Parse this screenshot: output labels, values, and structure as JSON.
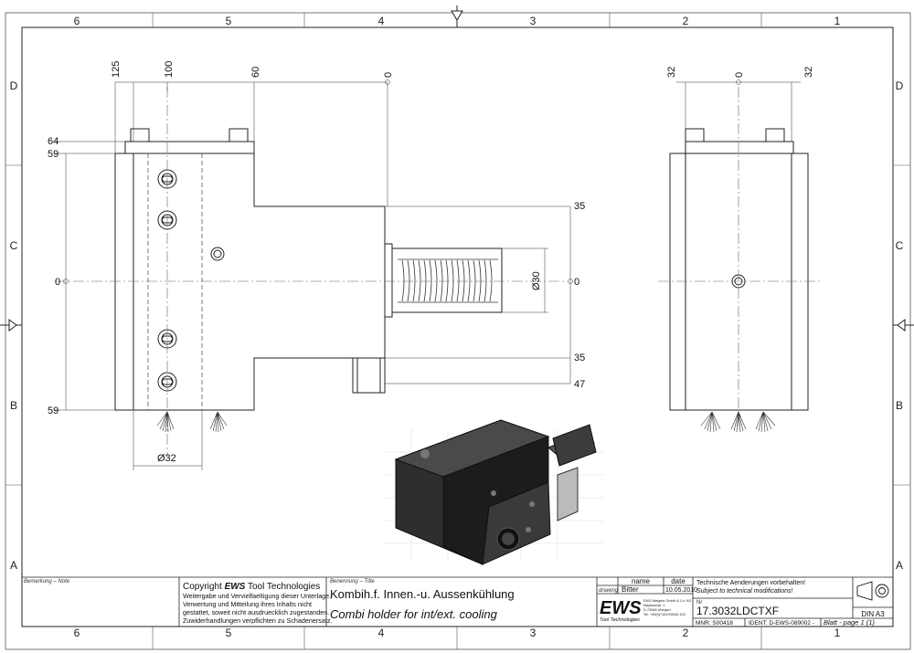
{
  "border": {
    "columns": [
      "6",
      "5",
      "4",
      "3",
      "2",
      "1"
    ],
    "rows": [
      "D",
      "C",
      "B",
      "A"
    ]
  },
  "dimensions": {
    "front_top": [
      "125",
      "100",
      "60",
      "0"
    ],
    "front_left": [
      "64",
      "59",
      "0",
      "59"
    ],
    "front_right": [
      "35",
      "0",
      "35",
      "47"
    ],
    "diameter_bore": "Ø30",
    "diameter_bottom": "Ø32",
    "side_top": [
      "32",
      "0",
      "32"
    ]
  },
  "title_block": {
    "remark_label": "Bemerkung – Note",
    "copyright_prefix": "Copyright ",
    "copyright_brand": "EWS",
    "copyright_suffix": " Tool Technologies",
    "copyright_text": [
      "Weitergabe und Vervielfaeltigung dieser Unterlage,",
      "Verwertung und Mitteilung ihres Inhalts nicht",
      "gestattet, soweit nicht ausdruecklich zugestanden.",
      "Zuwiderhandlungen verpflichten zu Schadenersatz."
    ],
    "title_label": "Benennung – Title",
    "title_de": "Kombih.f. Innen.-u. Aussenkühlung",
    "title_en": "Combi holder for int/ext. cooling",
    "col_name": "name",
    "col_date": "date",
    "row_label": "drawing",
    "drawn_by": "Bitter",
    "drawn_date": "10.05.2010",
    "logo": "EWS",
    "logo_sub": "Tool Technologies",
    "company_lines": [
      "EWS Weigele GmbH & Co. KG",
      "Maybachstr. 1",
      "D-73066 Uhingen",
      "Tel. +49(0)7161/93040-100"
    ],
    "note_de": "Technische Aenderungen vorbehalten!",
    "note_en": "Subject to technical modifications!",
    "nr_label": "Nr",
    "part_number": "17.3032LDCTXF",
    "mnr": "MNR: S00418",
    "ident": "IDENT: D-EWS-089002 -",
    "sheet": "Blatt - page 1 (1)",
    "format": "DIN A3"
  }
}
